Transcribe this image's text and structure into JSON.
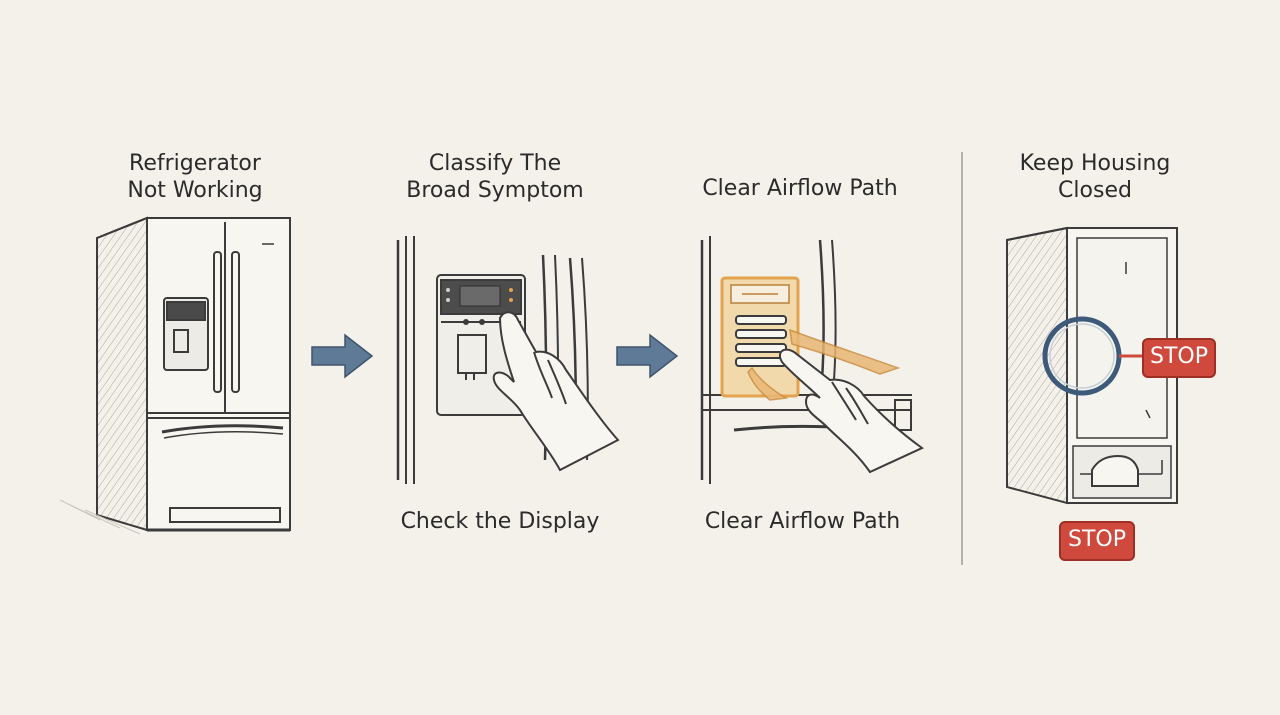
{
  "steps": [
    {
      "title_line1": "Refrigerator",
      "title_line2": "Not Working"
    },
    {
      "title_line1": "Classify The",
      "title_line2": "Broad Symptom",
      "caption": "Check the Display"
    },
    {
      "title_line1": "Clear Airflow Path",
      "caption": "Clear Airflow Path"
    },
    {
      "title_line1": "Keep Housing",
      "title_line2": "Closed"
    }
  ],
  "stop": {
    "right_label": "STOP",
    "bottom_label": "STOP"
  },
  "colors": {
    "background": "#f3f1ea",
    "ink": "#3b3b3b",
    "arrow": "#5f7a96",
    "stop_red": "#cf4a3c",
    "highlight_orange": "#e3a24e",
    "ring_blue": "#3d5a7a"
  },
  "icons": [
    "arrow-right-icon",
    "refrigerator-icon",
    "hand-icon",
    "stop-sign-icon",
    "magnifier-ring-icon"
  ]
}
